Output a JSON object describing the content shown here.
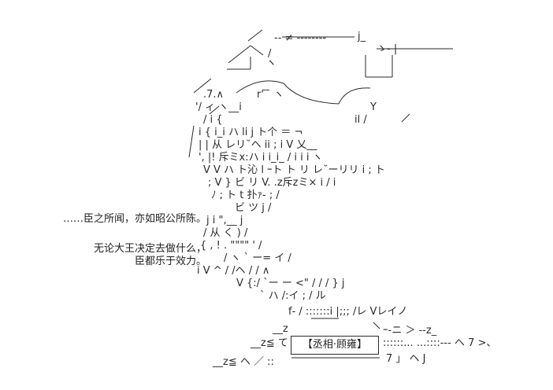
{
  "dialogue": {
    "line_1": "……臣之所闻，亦如昭公所陈。",
    "line_2": "无论大王决定去做什么，",
    "line_3": "臣都乐于效力。"
  },
  "speaker": {
    "name_plate": "【丞相·顾雍】"
  }
}
